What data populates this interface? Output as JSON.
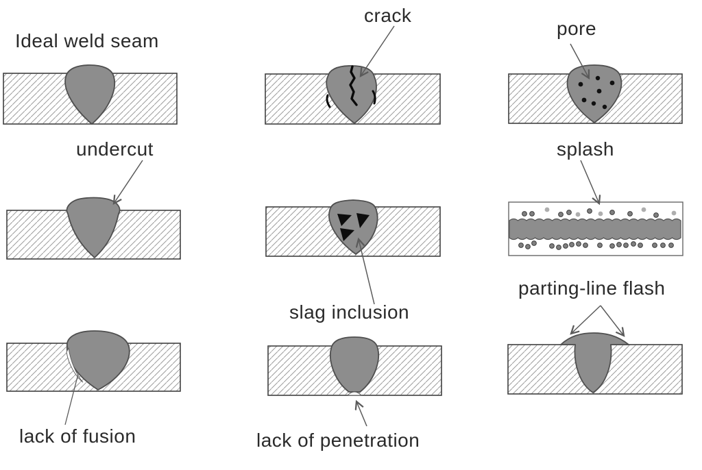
{
  "diagram": {
    "subject": "weld seam defect types",
    "panels": [
      {
        "id": "ideal-weld-seam",
        "label": "Ideal weld seam"
      },
      {
        "id": "crack",
        "label": "crack"
      },
      {
        "id": "pore",
        "label": "pore"
      },
      {
        "id": "undercut",
        "label": "undercut"
      },
      {
        "id": "slag-inclusion",
        "label": "slag inclusion"
      },
      {
        "id": "splash",
        "label": "splash"
      },
      {
        "id": "lack-of-fusion",
        "label": "lack of fusion"
      },
      {
        "id": "lack-of-penetration",
        "label": "lack of penetration"
      },
      {
        "id": "parting-line-flash",
        "label": "parting-line flash"
      }
    ],
    "colors": {
      "background": "#ffffff",
      "weld_fill": "#8d8d8d",
      "weld_outline": "#4f4f4f",
      "plate_hatch_line": "#9c9c9c",
      "plate_border": "#3f3f3f",
      "defect_mark": "#0a0a0a",
      "splash_dot_dark": "#7f7f7f",
      "splash_dot_light": "#aeaeae",
      "arrow": "#5a5a5a",
      "label_text": "#2a2a2a"
    }
  }
}
